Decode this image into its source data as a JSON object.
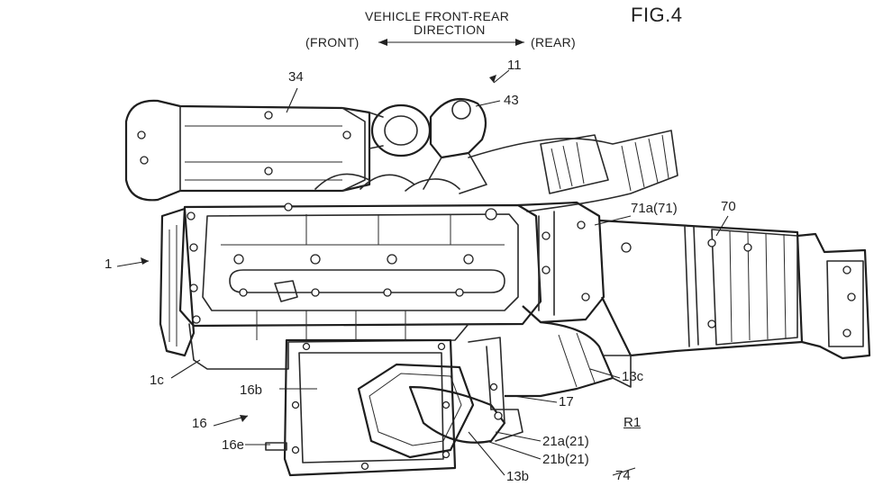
{
  "header": {
    "fig_label": "FIG.4",
    "direction_line1": "VEHICLE FRONT-REAR",
    "direction_line2": "DIRECTION",
    "front_label": "(FRONT)",
    "rear_label": "(REAR)"
  },
  "callouts": {
    "c34": "34",
    "c11": "11",
    "c43": "43",
    "c71a": "71a(71)",
    "c70": "70",
    "c1": "1",
    "c1c": "1c",
    "c16b": "16b",
    "c16": "16",
    "c16e": "16e",
    "c13c": "13c",
    "c17": "17",
    "cR1": "R1",
    "c21a": "21a(21)",
    "c21b": "21b(21)",
    "c13b": "13b",
    "c74": "74"
  }
}
